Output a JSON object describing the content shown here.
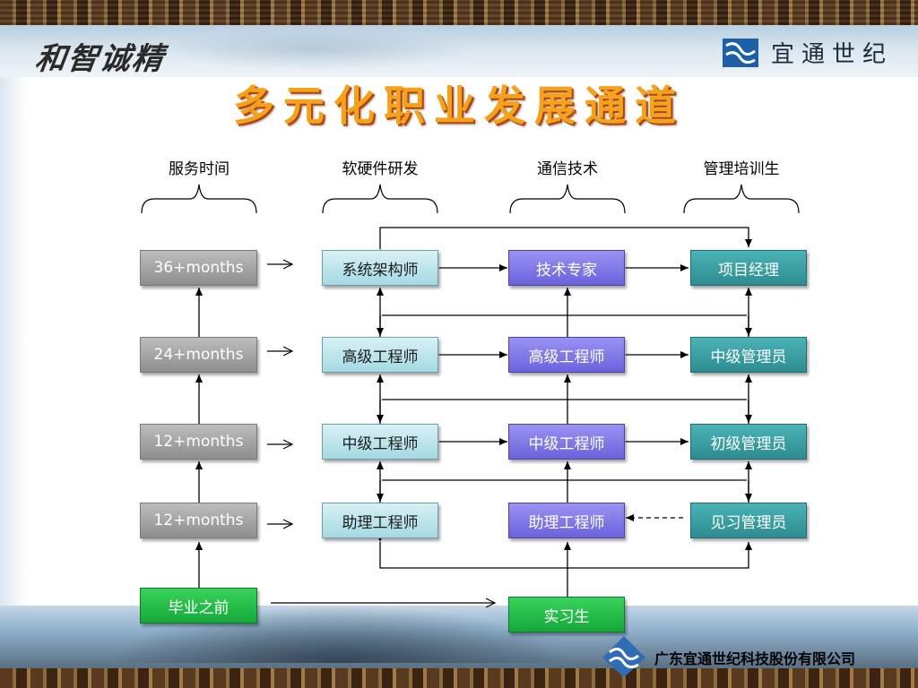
{
  "header": {
    "calligraphy": "和智诚精",
    "brand_name": "宜通世纪",
    "title": "多元化职业发展通道"
  },
  "columns": [
    "服务时间",
    "软硬件研发",
    "通信技术",
    "管理培训生"
  ],
  "nodes": {
    "time_36": "36+months",
    "time_24": "24+months",
    "time_12a": "12+months",
    "time_12b": "12+months",
    "graduate": "毕业之前",
    "dev_architect": "系统架构师",
    "dev_senior": "高级工程师",
    "dev_mid": "中级工程师",
    "dev_assistant": "助理工程师",
    "tech_expert": "技术专家",
    "tech_senior": "高级工程师",
    "tech_mid": "中级工程师",
    "tech_assistant": "助理工程师",
    "intern": "实习生",
    "mgmt_pm": "项目经理",
    "mgmt_mid": "中级管理员",
    "mgmt_junior": "初级管理员",
    "mgmt_trainee": "见习管理员"
  },
  "footer": {
    "company": "广东宜通世纪科技股份有限公司"
  },
  "colors": {
    "title": "#f4a21c",
    "grey_node": "#9e9e9e",
    "light_node": "#bfe6ee",
    "purple_node": "#7f77e8",
    "teal_node": "#3aa0a4",
    "green_node": "#22b845"
  }
}
